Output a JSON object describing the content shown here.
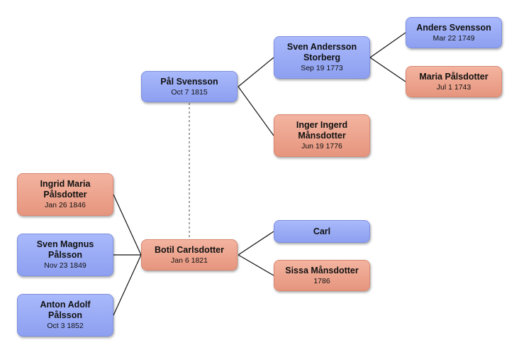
{
  "people": {
    "pal": {
      "name": "Pål Svensson",
      "date": "Oct 7 1815",
      "sex": "male"
    },
    "sven_a": {
      "name": "Sven Andersson Storberg",
      "date": "Sep 19 1773",
      "sex": "male"
    },
    "inger": {
      "name": "Inger Ingerd Månsdotter",
      "date": "Jun 19 1776",
      "sex": "female"
    },
    "anders": {
      "name": "Anders Svensson",
      "date": "Mar 22 1749",
      "sex": "male"
    },
    "maria": {
      "name": "Maria Pålsdotter",
      "date": "Jul 1 1743",
      "sex": "female"
    },
    "botil": {
      "name": "Botil Carlsdotter",
      "date": "Jan 6 1821",
      "sex": "female"
    },
    "carl": {
      "name": "Carl",
      "date": "",
      "sex": "male"
    },
    "sissa": {
      "name": "Sissa Månsdotter",
      "date": "1786",
      "sex": "female"
    },
    "ingrid": {
      "name": "Ingrid Maria Pålsdotter",
      "date": "Jan 26 1846",
      "sex": "female"
    },
    "sven_m": {
      "name": "Sven Magnus Pålsson",
      "date": "Nov 23 1849",
      "sex": "male"
    },
    "anton": {
      "name": "Anton Adolf Pålsson",
      "date": "Oct 3 1852",
      "sex": "male"
    }
  },
  "colors": {
    "male": "#9aabf6",
    "female": "#eda58f",
    "line": "#111111",
    "spouse_line": "#666666"
  }
}
